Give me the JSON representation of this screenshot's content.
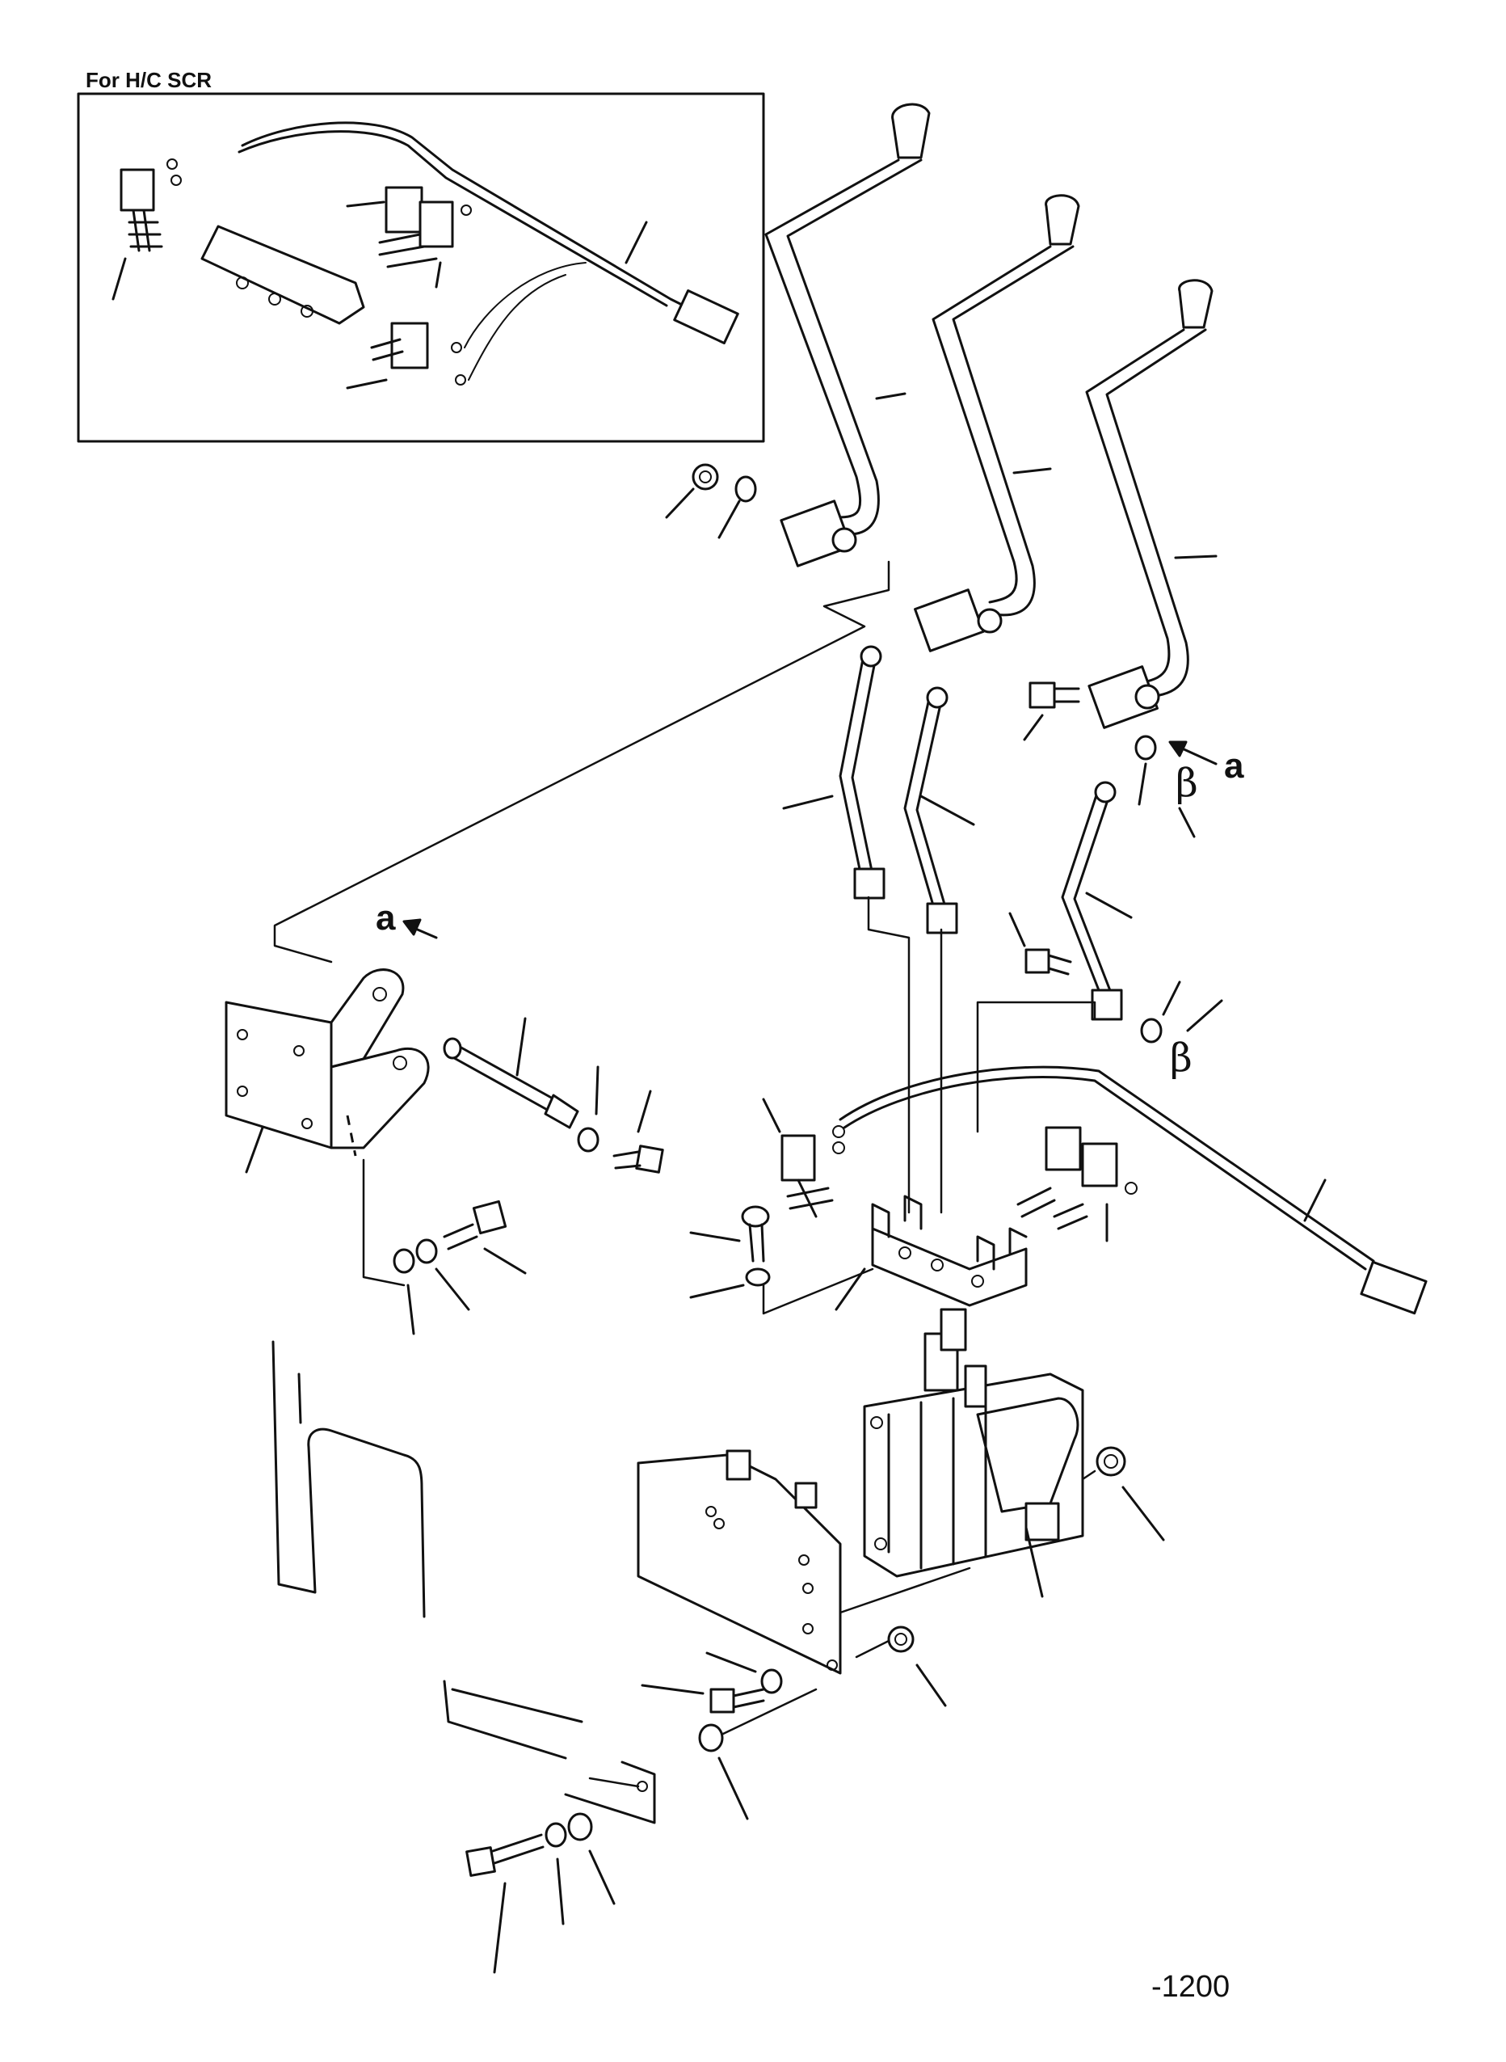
{
  "inset": {
    "title": "For H/C SCR"
  },
  "view_markers": {
    "letter_upper": "a",
    "letter_lower": "a"
  },
  "clip_symbols": {
    "first": "β",
    "second": "β"
  },
  "page": {
    "number": "-1200"
  }
}
